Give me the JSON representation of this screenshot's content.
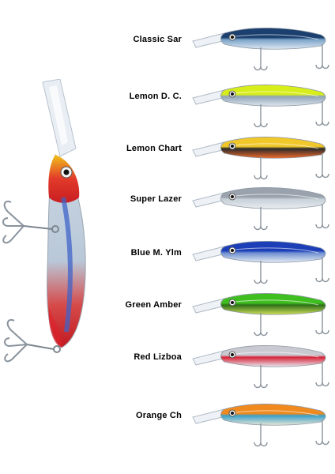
{
  "lures": [
    {
      "name": "Classic Sar",
      "back": "#1b3f6e",
      "belly": "#dfe8f2",
      "stripe": "#7aa3c9"
    },
    {
      "name": "Lemon D. C.",
      "back": "#d8ee1a",
      "belly": "#dfe5ec",
      "stripe": "#8fa4b8"
    },
    {
      "name": "Lemon Chart",
      "back": "#f0c82a",
      "belly": "#f26a2a",
      "stripe": "#2a2a2a"
    },
    {
      "name": "Super Lazer",
      "back": "#9aa3ad",
      "belly": "#e9edf1",
      "stripe": "#c7d0d8"
    },
    {
      "name": "Blue M. Ylm",
      "back": "#1c3fb8",
      "belly": "#e5ecf4",
      "stripe": "#6f8fd0"
    },
    {
      "name": "Green Amber",
      "back": "#3fbf1f",
      "belly": "#cfe05a",
      "stripe": "#2f6e1a"
    },
    {
      "name": "Red Lizboa",
      "back": "#c9c9d2",
      "belly": "#e6e9ef",
      "stripe": "#d8243a"
    },
    {
      "name": "Orange Ch",
      "back": "#f08a1e",
      "belly": "#e9e6d6",
      "stripe": "#3aa0c8"
    }
  ]
}
